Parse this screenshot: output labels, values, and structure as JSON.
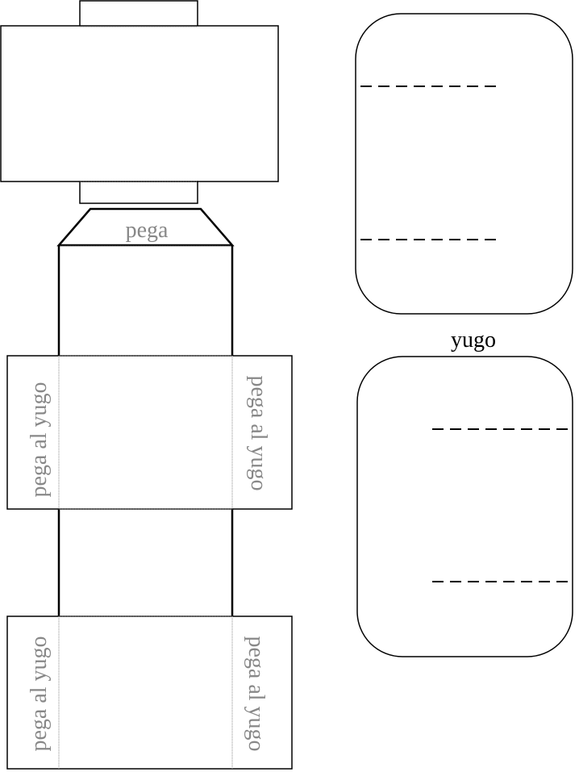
{
  "labels": {
    "top_glue": "pega",
    "mid_left_tab": "pega al yugo",
    "mid_right_tab": "pega al yugo",
    "bottom_left_tab": "pega al yugo",
    "bottom_right_tab": "pega al yugo",
    "yoke_caption": "yugo"
  },
  "colors": {
    "outline": "#000000",
    "fold_line": "#888888",
    "label_text": "#888888"
  }
}
